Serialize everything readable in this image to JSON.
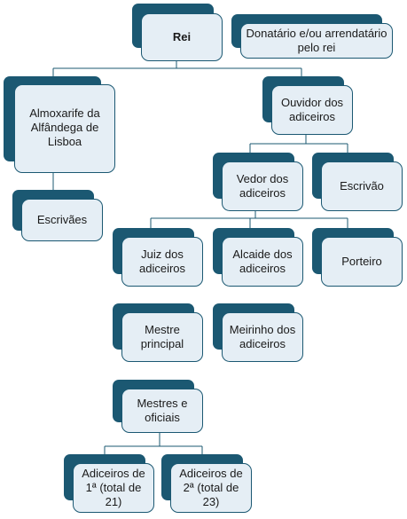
{
  "nodes": {
    "rei": "Rei",
    "donatario": "Donatário e/ou arrendatário pelo rei",
    "almoxarife": "Almoxarife da Alfândega de Lisboa",
    "escrivaes": "Escrivães",
    "ouvidor": "Ouvidor dos adiceiros",
    "vedor": "Vedor dos adiceiros",
    "escrivao": "Escrivão",
    "juiz": "Juiz dos adiceiros",
    "alcaide": "Alcaide dos adiceiros",
    "porteiro": "Porteiro",
    "mestre_principal": "Mestre principal",
    "meirinho": "Meirinho dos adiceiros",
    "mestres_oficiais": "Mestres e oficiais",
    "adiceiros_1": "Adiceiros de 1ª (total de 21)",
    "adiceiros_2": "Adiceiros de 2ª (total de 23)"
  }
}
